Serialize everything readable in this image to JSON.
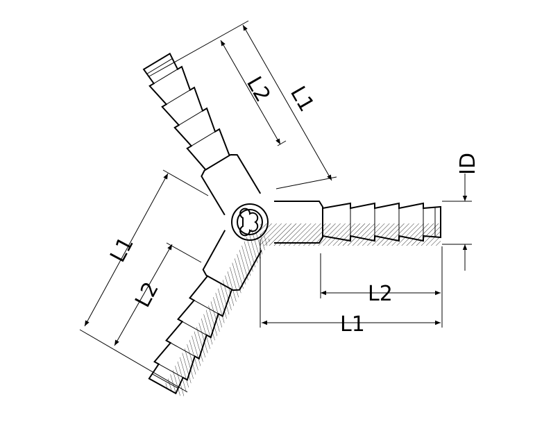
{
  "drawing": {
    "title": "Y hose connector",
    "labels": {
      "upper_l1": "L1",
      "upper_l2": "L2",
      "left_l1": "L1",
      "left_l2": "L2",
      "bottom_l2": "L2",
      "bottom_l1": "L1",
      "id": "ID"
    },
    "colors": {
      "line": "#000000",
      "background": "#ffffff"
    }
  }
}
